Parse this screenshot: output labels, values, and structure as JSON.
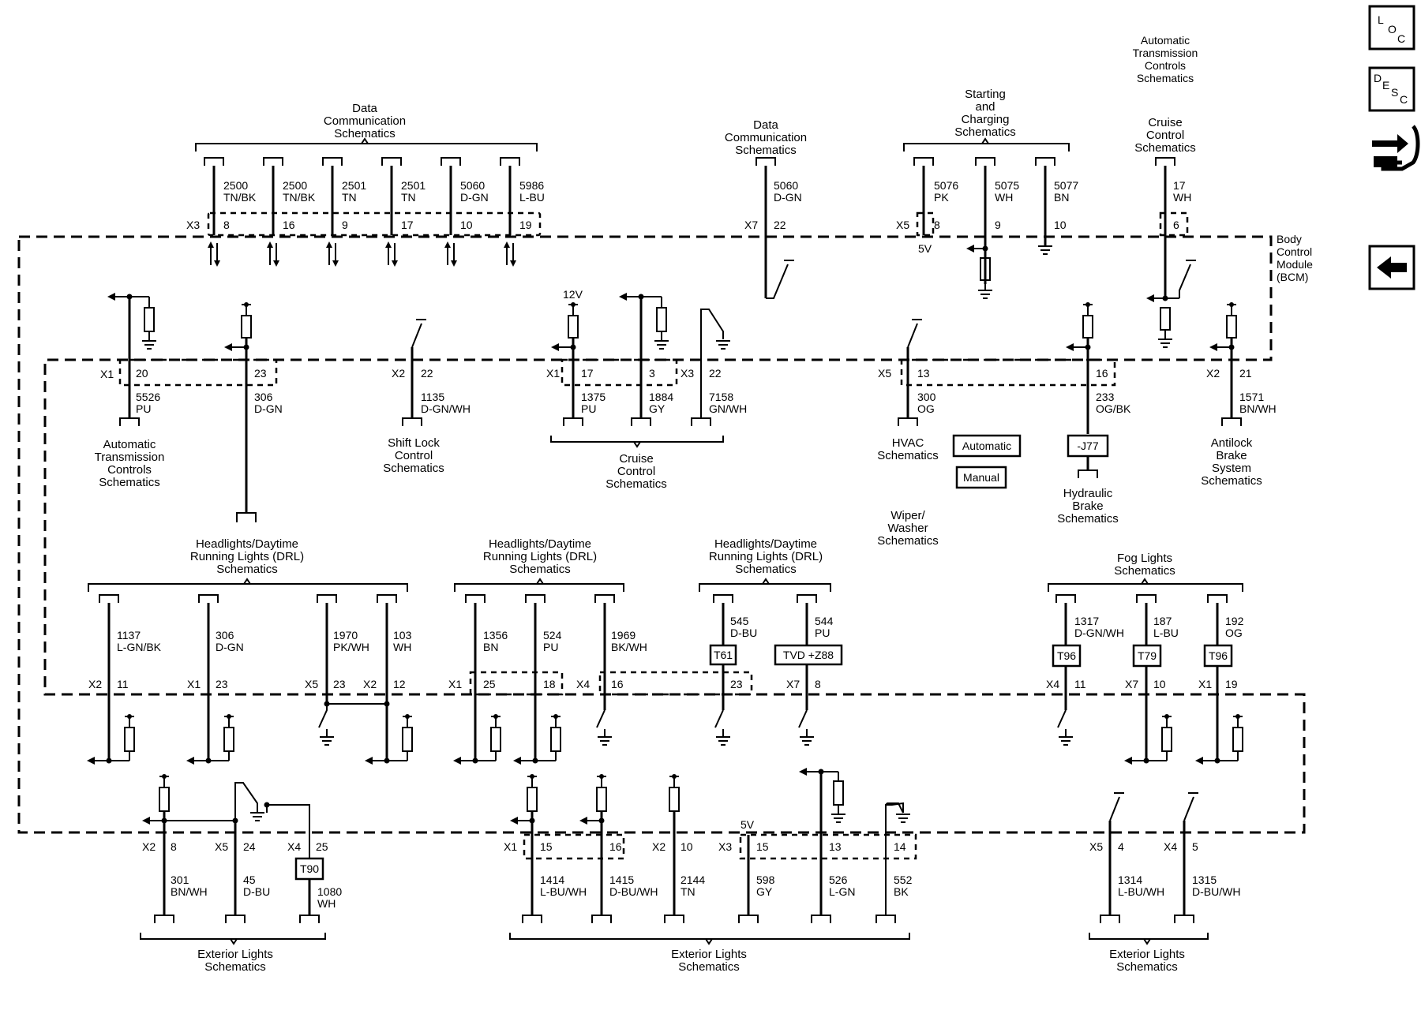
{
  "bcm_label": [
    "Body",
    "Control",
    "Module",
    "(BCM)"
  ],
  "nav": {
    "loc": [
      "L",
      "O",
      "C"
    ],
    "desc": [
      "D",
      "E",
      "S",
      "C"
    ]
  },
  "top": {
    "data_comm_left": [
      "Data",
      "Communication",
      "Schematics"
    ],
    "data_comm_mid": [
      "Data",
      "Communication",
      "Schematics"
    ],
    "starting_charging": [
      "Starting",
      "and",
      "Charging",
      "Schematics"
    ],
    "auto_trans_top": [
      "Automatic",
      "Transmission",
      "Controls",
      "Schematics"
    ],
    "cruise_top": [
      "Cruise",
      "Control",
      "Schematics"
    ],
    "x3_conn": "X3",
    "x7_conn": "X7",
    "x5_conn": "X5",
    "five_v": "5V",
    "circuits": [
      {
        "num": "2500",
        "color": "TN/BK",
        "pin": "8"
      },
      {
        "num": "2500",
        "color": "TN/BK",
        "pin": "16"
      },
      {
        "num": "2501",
        "color": "TN",
        "pin": "9"
      },
      {
        "num": "2501",
        "color": "TN",
        "pin": "17"
      },
      {
        "num": "5060",
        "color": "D-GN",
        "pin": "10"
      },
      {
        "num": "5986",
        "color": "L-BU",
        "pin": "19"
      },
      {
        "num": "5060",
        "color": "D-GN",
        "pin": "22"
      },
      {
        "num": "5076",
        "color": "PK",
        "pin": "8"
      },
      {
        "num": "5075",
        "color": "WH",
        "pin": "9"
      },
      {
        "num": "5077",
        "color": "BN",
        "pin": "10"
      },
      {
        "num": "17",
        "color": "WH",
        "pin": "6"
      }
    ]
  },
  "row2": {
    "v12": "12V",
    "conns": [
      "X1",
      "X2",
      "X1",
      "X3",
      "X5",
      "X2"
    ],
    "circuits": [
      {
        "num": "5526",
        "color": "PU",
        "pin": "20"
      },
      {
        "num": "306",
        "color": "D-GN",
        "pin": "23"
      },
      {
        "num": "1135",
        "color": "D-GN/WH",
        "pin": "22"
      },
      {
        "num": "1375",
        "color": "PU",
        "pin": "17"
      },
      {
        "num": "1884",
        "color": "GY",
        "pin": "3"
      },
      {
        "num": "7158",
        "color": "GN/WH",
        "pin": "22"
      },
      {
        "num": "300",
        "color": "OG",
        "pin": "13"
      },
      {
        "num": "233",
        "color": "OG/BK",
        "pin": "16"
      },
      {
        "num": "1571",
        "color": "BN/WH",
        "pin": "21"
      }
    ],
    "auto_trans": [
      "Automatic",
      "Transmission",
      "Controls",
      "Schematics"
    ],
    "shift_lock": [
      "Shift Lock",
      "Control",
      "Schematics"
    ],
    "cruise": [
      "Cruise",
      "Control",
      "Schematics"
    ],
    "hvac": [
      "HVAC",
      "Schematics"
    ],
    "automatic_btn": "Automatic",
    "manual_btn": "Manual",
    "j77": "-J77",
    "hydraulic": [
      "Hydraulic",
      "Brake",
      "Schematics"
    ],
    "antilock": [
      "Antilock",
      "Brake",
      "System",
      "Schematics"
    ],
    "wiper": [
      "Wiper/",
      "Washer",
      "Schematics"
    ]
  },
  "row3": {
    "hdl_title": [
      "Headlights/Daytime",
      "Running Lights (DRL)",
      "Schematics"
    ],
    "fog_title": [
      "Fog Lights",
      "Schematics"
    ],
    "conns": [
      "X2",
      "X1",
      "X5",
      "X2",
      "X1",
      "X4",
      "X7",
      "X4",
      "X7",
      "X1"
    ],
    "circuits": [
      {
        "num": "1137",
        "color": "L-GN/BK",
        "pin": "11"
      },
      {
        "num": "306",
        "color": "D-GN",
        "pin": "23"
      },
      {
        "num": "1970",
        "color": "PK/WH",
        "pin": "23"
      },
      {
        "num": "103",
        "color": "WH",
        "pin": "12"
      },
      {
        "num": "1356",
        "color": "BN",
        "pin": "25"
      },
      {
        "num": "524",
        "color": "PU",
        "pin": "18"
      },
      {
        "num": "1969",
        "color": "BK/WH",
        "pin": "16"
      },
      {
        "num": "545",
        "color": "D-BU",
        "pin": "23"
      },
      {
        "num": "544",
        "color": "PU",
        "pin": "8"
      },
      {
        "num": "1317",
        "color": "D-GN/WH",
        "pin": "11"
      },
      {
        "num": "187",
        "color": "L-BU",
        "pin": "10"
      },
      {
        "num": "192",
        "color": "OG",
        "pin": "19"
      }
    ],
    "options": [
      "T61",
      "TVD +Z88",
      "T96",
      "T79",
      "T96"
    ]
  },
  "row4": {
    "five_v": "5V",
    "conns": [
      "X2",
      "X5",
      "X4",
      "X1",
      "X2",
      "X3",
      "X5",
      "X4"
    ],
    "t90": "T90",
    "circuits": [
      {
        "num": "301",
        "color": "BN/WH",
        "pin": "8"
      },
      {
        "num": "45",
        "color": "D-BU",
        "pin": "24"
      },
      {
        "num": "1080",
        "color": "WH",
        "pin": "25"
      },
      {
        "num": "1414",
        "color": "L-BU/WH",
        "pin": "15"
      },
      {
        "num": "1415",
        "color": "D-BU/WH",
        "pin": "16"
      },
      {
        "num": "2144",
        "color": "TN",
        "pin": "10"
      },
      {
        "num": "598",
        "color": "GY",
        "pin": "15"
      },
      {
        "num": "526",
        "color": "L-GN",
        "pin": "13"
      },
      {
        "num": "552",
        "color": "BK",
        "pin": "14"
      },
      {
        "num": "1314",
        "color": "L-BU/WH",
        "pin": "4"
      },
      {
        "num": "1315",
        "color": "D-BU/WH",
        "pin": "5"
      }
    ],
    "ext_lights": [
      "Exterior Lights",
      "Schematics"
    ]
  }
}
